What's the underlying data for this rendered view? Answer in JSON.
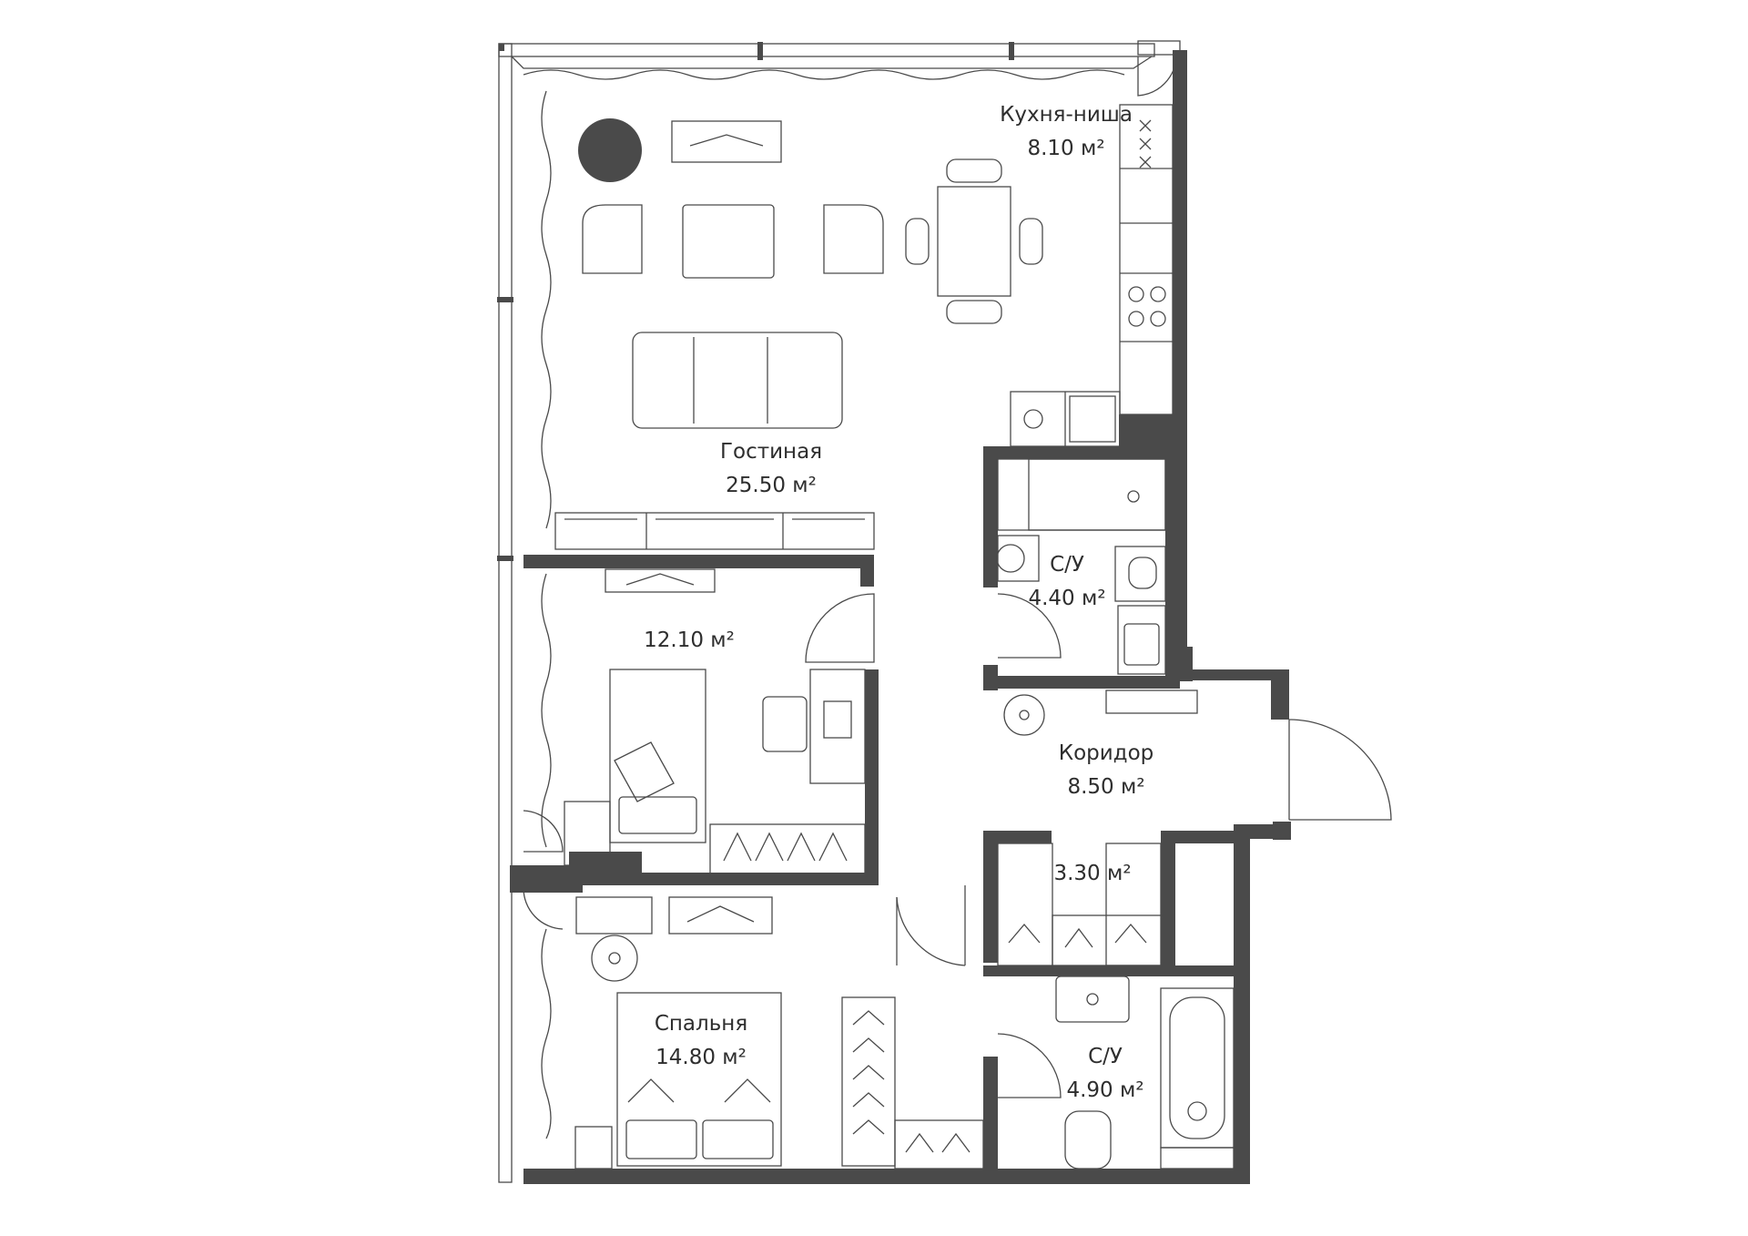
{
  "colors": {
    "wall": "#4a4a4a",
    "background": "#ffffff",
    "text": "#2e2e2e"
  },
  "rooms": [
    {
      "name": "Кухня-ниша",
      "area": "8.10 м²"
    },
    {
      "name": "Гостиная",
      "area": "25.50 м²"
    },
    {
      "name": "",
      "area": "12.10 м²"
    },
    {
      "name": "С/У",
      "area": "4.40 м²"
    },
    {
      "name": "Коридор",
      "area": "8.50 м²"
    },
    {
      "name": "",
      "area": "3.30 м²"
    },
    {
      "name": "Спальня",
      "area": "14.80 м²"
    },
    {
      "name": "С/У",
      "area": "4.90 м²"
    }
  ]
}
